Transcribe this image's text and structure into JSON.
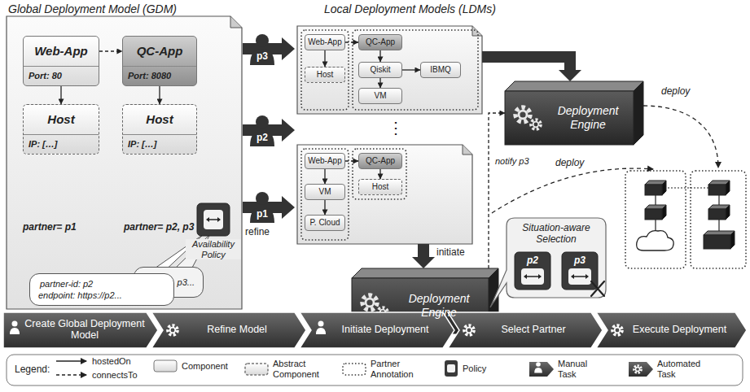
{
  "diagram": {
    "nodes": [
      {
        "text": [
          "Global Deployment Model (GDM)"
        ]
      },
      {
        "text": [
          "partner= p1"
        ],
        "in": 0
      },
      {
        "text": [
          "Web-App",
          "Port: 80"
        ],
        "in": 1
      },
      {
        "text": [
          "Host",
          "IP: […]"
        ],
        "in": 1
      },
      {
        "text": [
          "partner= p2, p3"
        ],
        "in": 0
      },
      {
        "text": [
          "QC-App",
          "Port: 8080"
        ],
        "in": 4
      },
      {
        "text": [
          "Host",
          "IP: […]"
        ],
        "in": 4
      },
      {
        "text": [
          "Availability Policy"
        ],
        "in": 0
      },
      {
        "text": [
          "p3..."
        ],
        "in": 0
      },
      {
        "text": [
          "partner-id: p2",
          "endpoint: https://p2..."
        ],
        "in": 0
      },
      {
        "text": [
          "Web-App"
        ]
      },
      {
        "text": [
          "Host"
        ]
      },
      {
        "text": [
          "QC-App"
        ]
      },
      {
        "text": [
          "Qiskit"
        ]
      },
      {
        "text": [
          "IBMQ"
        ]
      },
      {
        "text": [
          "VM"
        ]
      },
      {
        "text": [
          "Web-App"
        ]
      },
      {
        "text": [
          "VM"
        ]
      },
      {
        "text": [
          "P. Cloud"
        ]
      },
      {
        "text": [
          "QC-App"
        ]
      },
      {
        "text": [
          "Host"
        ]
      },
      {
        "text": [
          "p3"
        ]
      },
      {
        "text": [
          "p2"
        ]
      },
      {
        "text": [
          "p1"
        ]
      },
      {
        "text": [
          "Deployment Engine"
        ]
      },
      {
        "text": [
          "Deployment Engine"
        ]
      },
      {
        "text": [
          "Situation-aware Selection"
        ]
      },
      {
        "text": [
          "p2"
        ],
        "in": 26
      },
      {
        "text": [
          "p3"
        ],
        "in": 26
      },
      {
        "text": [
          "Create Global Deployment Model"
        ]
      },
      {
        "text": [
          "Refine Model"
        ]
      },
      {
        "text": [
          "Initiate Deployment"
        ]
      },
      {
        "text": [
          "Select Partner"
        ]
      },
      {
        "text": [
          "Execute Deployment"
        ]
      }
    ],
    "edges": [
      {
        "from": 2,
        "to": 3,
        "arrow": "to"
      },
      {
        "from": 2,
        "to": 5,
        "arrow": "to"
      },
      {
        "from": 5,
        "to": 6,
        "arrow": "to"
      },
      {
        "from": 10,
        "to": 11,
        "arrow": "to"
      },
      {
        "from": 10,
        "to": 12,
        "arrow": "to"
      },
      {
        "from": 12,
        "to": 13,
        "arrow": "to"
      },
      {
        "from": 13,
        "to": 14,
        "arrow": "to"
      },
      {
        "from": 13,
        "to": 15,
        "arrow": "to"
      },
      {
        "from": 16,
        "to": 17,
        "arrow": "to"
      },
      {
        "from": 17,
        "to": 18,
        "arrow": "to"
      },
      {
        "from": 16,
        "to": 19,
        "arrow": "to"
      },
      {
        "from": 19,
        "to": 20,
        "arrow": "to"
      },
      {
        "from": 25,
        "to": 24,
        "label": "notify p3",
        "arrow": "to"
      }
    ],
    "labels": [
      "Local Deployment Models (LDMs)",
      "refine",
      "⋮",
      "initiate",
      "deploy",
      "deploy",
      "Legend:"
    ],
    "legend": [
      {
        "text": "hostedOn"
      },
      {
        "text": "connectsTo"
      },
      {
        "text": "Component"
      },
      {
        "text": "Abstract Component"
      },
      {
        "text": "Partner Annotation"
      },
      {
        "text": "Policy"
      },
      {
        "text": "Manual Task"
      },
      {
        "text": "Automated Task"
      }
    ]
  }
}
